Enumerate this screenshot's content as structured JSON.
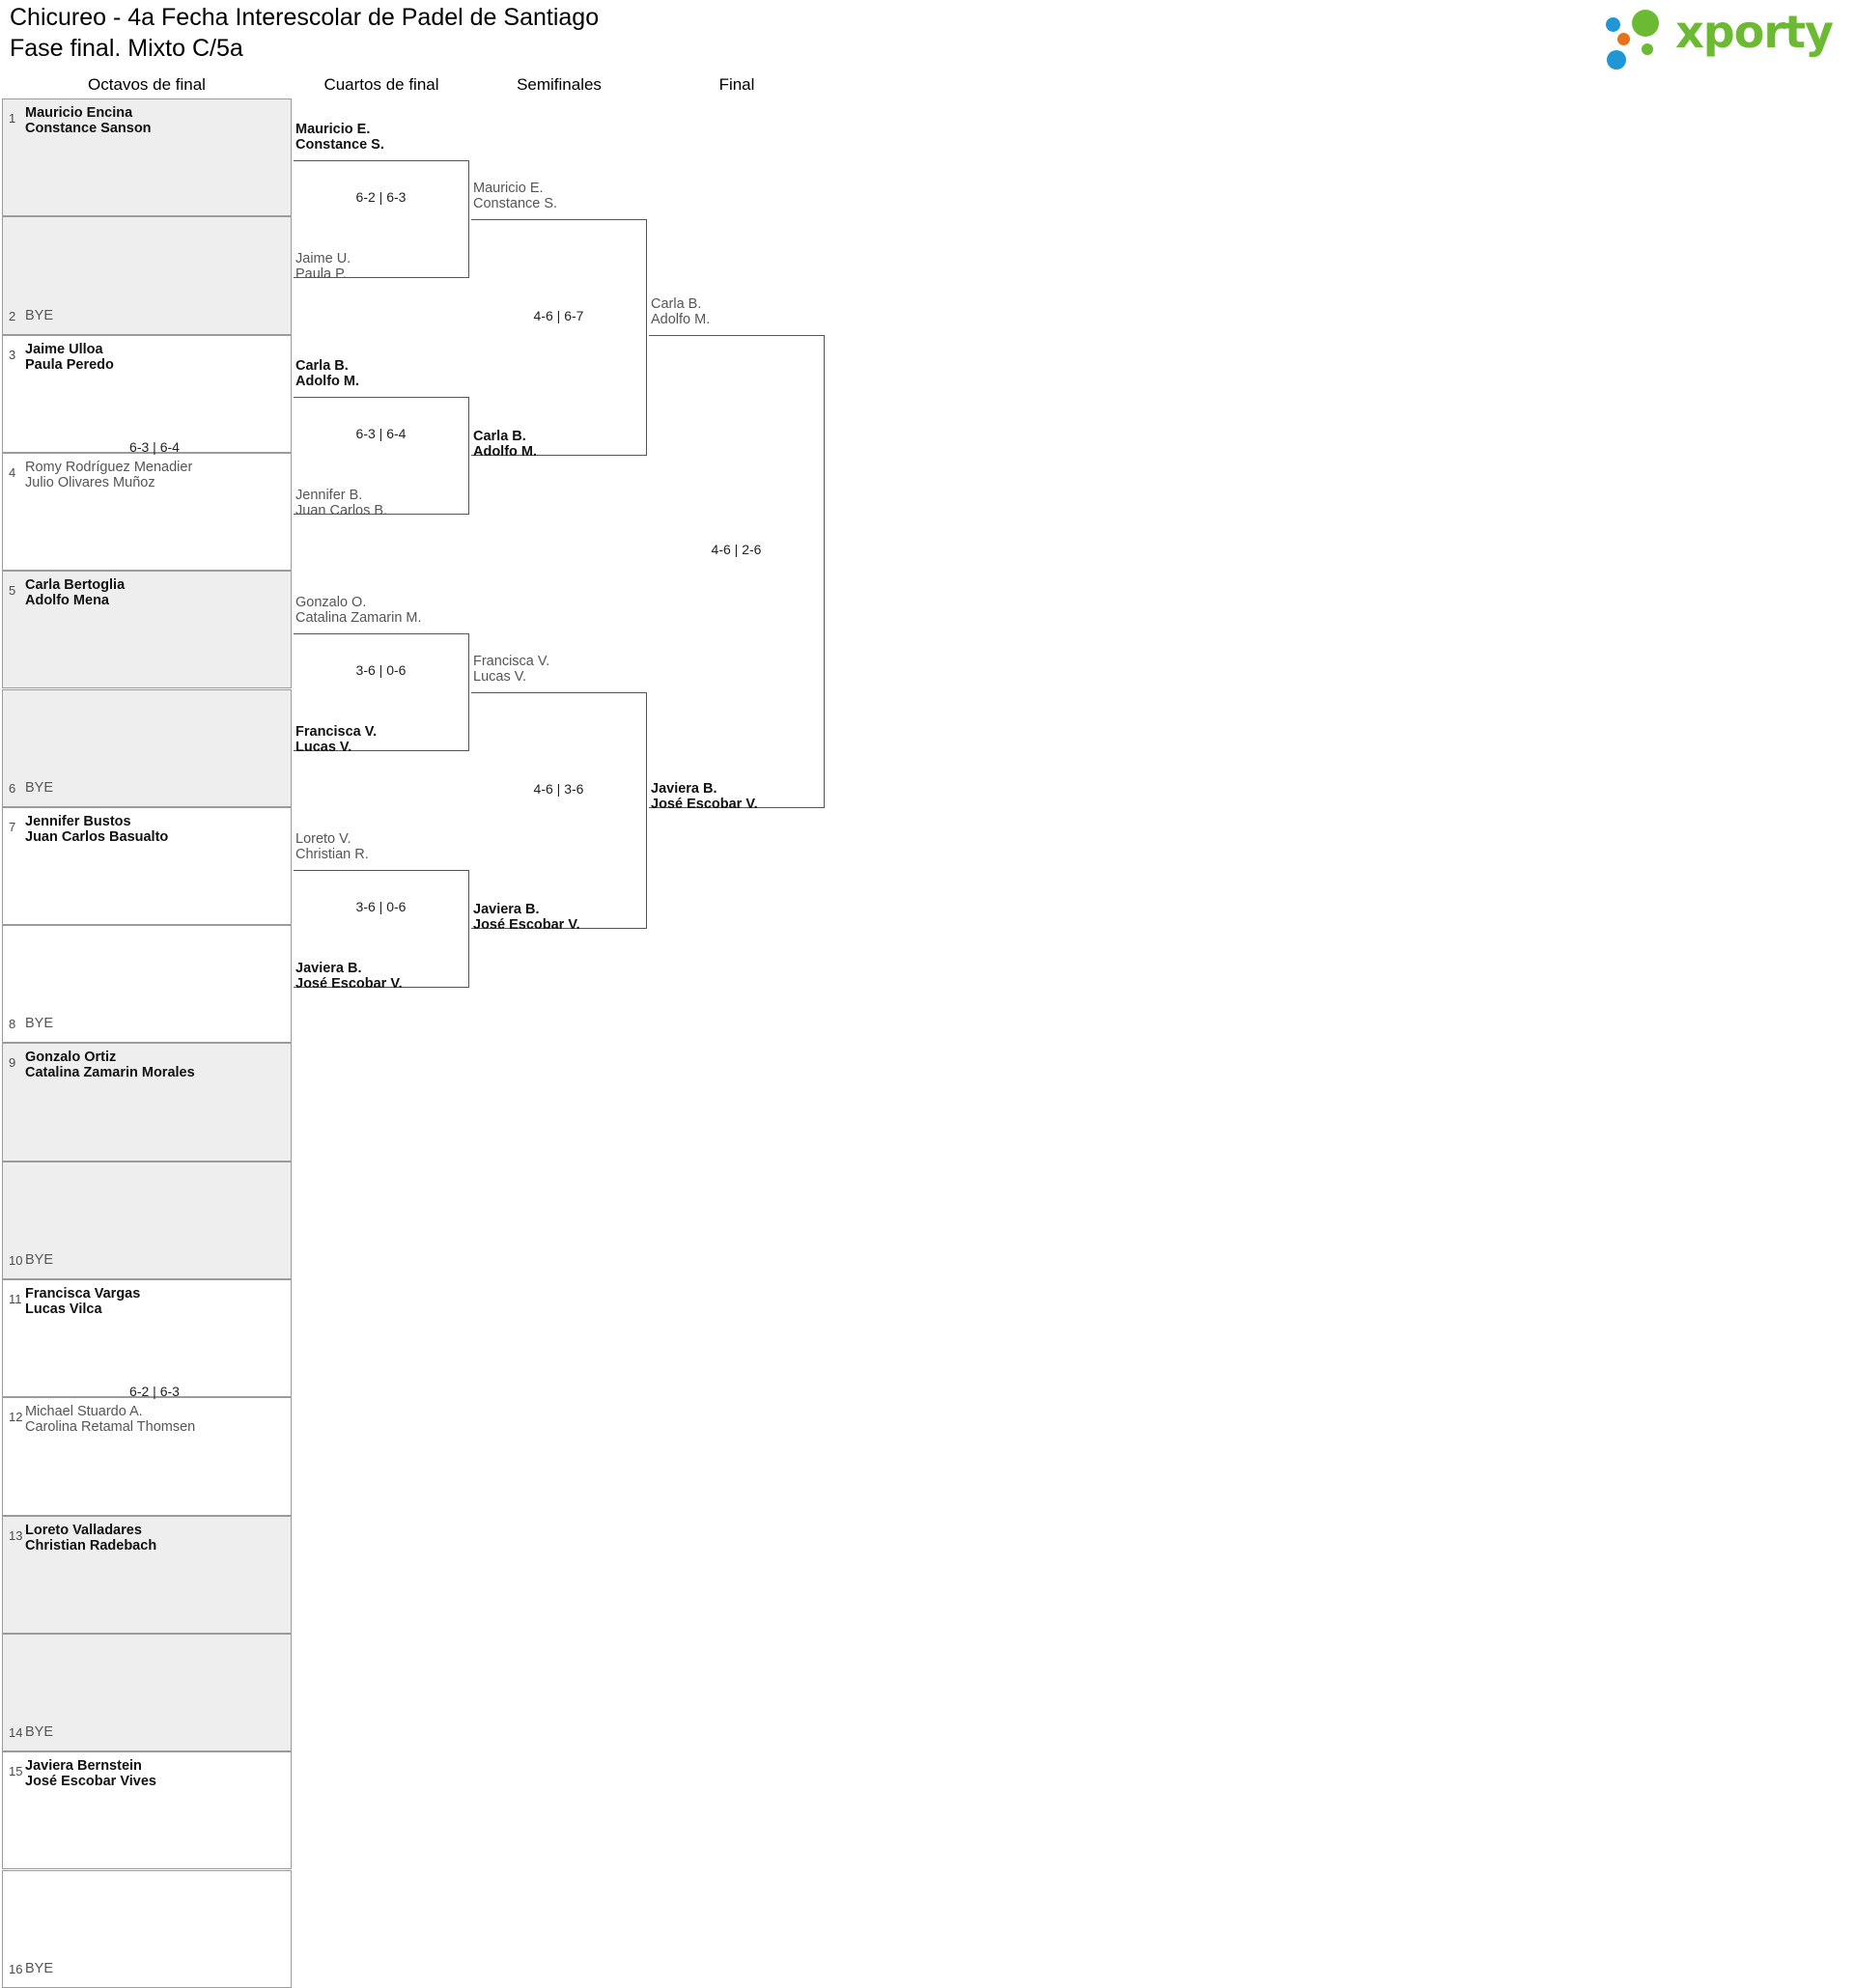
{
  "header": {
    "title": "Chicureo - 4a Fecha Interescolar de Padel de Santiago\nFase final. Mixto C/5a",
    "logo_text": "xporty"
  },
  "rounds": [
    {
      "label": "Octavos de final"
    },
    {
      "label": "Cuartos de final"
    },
    {
      "label": "Semifinales"
    },
    {
      "label": "Final"
    }
  ],
  "bracket_data": {
    "type": "single-elimination",
    "size": 16,
    "round16": [
      {
        "seed": "1",
        "team": "Mauricio Encina\nConstance Sanson",
        "result": "win"
      },
      {
        "seed": "2",
        "team": "BYE",
        "result": "bye"
      },
      {
        "seed": "3",
        "team": "Jaime Ulloa\nPaula Peredo",
        "result": "win"
      },
      {
        "seed": "4",
        "team": "Romy Rodríguez Menadier\nJulio Olivares Muñoz",
        "result": "lose"
      },
      {
        "seed": "5",
        "team": "Carla Bertoglia\nAdolfo Mena",
        "result": "win"
      },
      {
        "seed": "6",
        "team": "BYE",
        "result": "bye"
      },
      {
        "seed": "7",
        "team": "Jennifer Bustos\nJuan Carlos Basualto",
        "result": "win"
      },
      {
        "seed": "8",
        "team": "BYE",
        "result": "bye"
      },
      {
        "seed": "9",
        "team": "Gonzalo Ortiz\nCatalina Zamarin Morales",
        "result": "win"
      },
      {
        "seed": "10",
        "team": "BYE",
        "result": "bye"
      },
      {
        "seed": "11",
        "team": "Francisca Vargas\nLucas Vilca",
        "result": "win"
      },
      {
        "seed": "12",
        "team": "Michael Stuardo A.\nCarolina Retamal Thomsen",
        "result": "lose"
      },
      {
        "seed": "13",
        "team": "Loreto Valladares\nChristian Radebach",
        "result": "win"
      },
      {
        "seed": "14",
        "team": "BYE",
        "result": "bye"
      },
      {
        "seed": "15",
        "team": "Javiera Bernstein\nJosé Escobar Vives",
        "result": "win"
      },
      {
        "seed": "16",
        "team": "BYE",
        "result": "bye"
      }
    ],
    "round16_scores": [
      {
        "match": 2,
        "score": "6-3 | 6-4"
      },
      {
        "match": 6,
        "score": "6-2 | 6-3"
      }
    ],
    "quarterfinals": [
      {
        "top": "Mauricio E.\nConstance S.",
        "top_result": "win",
        "bottom": "Jaime U.\nPaula P.",
        "bottom_result": "lose",
        "score": "6-2 | 6-3"
      },
      {
        "top": "Carla B.\nAdolfo M.",
        "top_result": "win",
        "bottom": "Jennifer B.\nJuan Carlos B.",
        "bottom_result": "lose",
        "score": "6-3 | 6-4"
      },
      {
        "top": "Gonzalo O.\nCatalina Zamarin M.",
        "top_result": "lose",
        "bottom": "Francisca V.\nLucas V.",
        "bottom_result": "win",
        "score": "3-6 | 0-6"
      },
      {
        "top": "Loreto V.\nChristian R.",
        "top_result": "lose",
        "bottom": "Javiera B.\nJosé Escobar V.",
        "bottom_result": "win",
        "score": "3-6 | 0-6"
      }
    ],
    "semifinals": [
      {
        "top": "Mauricio E.\nConstance S.",
        "top_result": "lose",
        "bottom": "Carla B.\nAdolfo M.",
        "bottom_result": "win",
        "score": "4-6 | 6-7"
      },
      {
        "top": "Francisca V.\nLucas V.",
        "top_result": "lose",
        "bottom": "Javiera B.\nJosé Escobar V.",
        "bottom_result": "win",
        "score": "4-6 | 3-6"
      }
    ],
    "final": {
      "top": "Carla B.\nAdolfo M.",
      "top_result": "lose",
      "bottom": "Javiera B.\nJosé Escobar V.",
      "bottom_result": "win",
      "score": "4-6 | 2-6"
    }
  }
}
